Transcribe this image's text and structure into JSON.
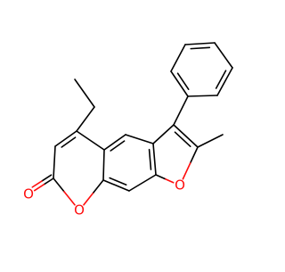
{
  "structure": {
    "atom_labels": {
      "carbonyl_oxygen": "O",
      "pyranone_ring_oxygen": "O",
      "furan_ring_oxygen": "O"
    },
    "colors": {
      "bond": "#000000",
      "oxygen": "#ff0d0d",
      "background": "#ffffff"
    }
  }
}
